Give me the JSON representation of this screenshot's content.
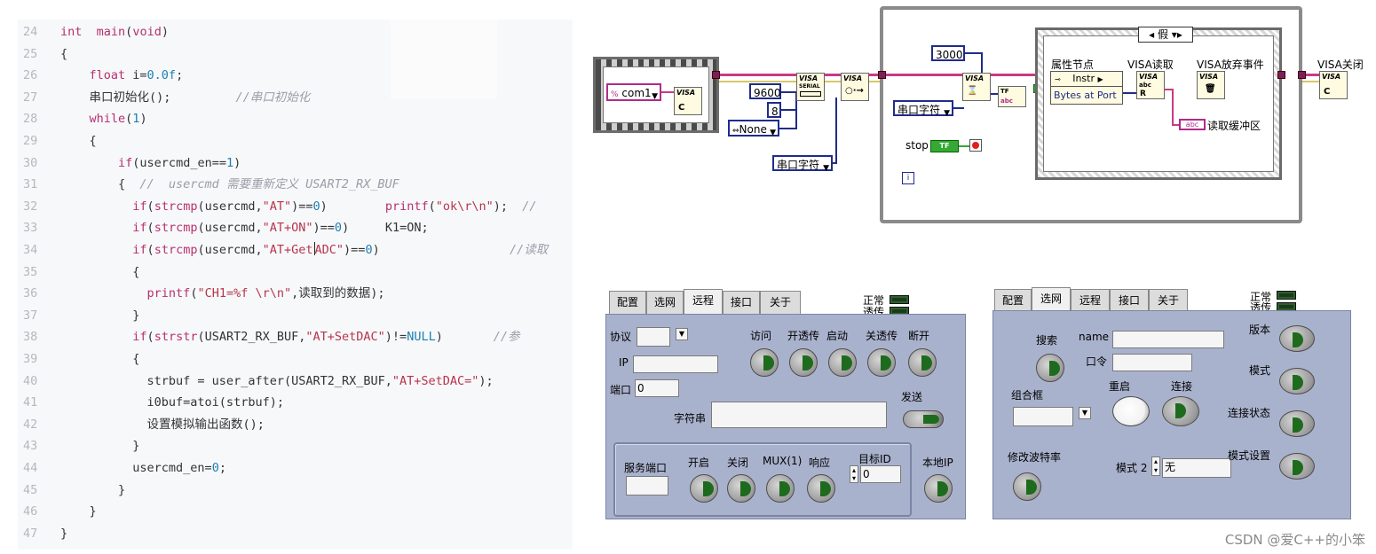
{
  "editor": {
    "lines": [
      {
        "n": "24",
        "parts": [
          [
            "kw",
            "int"
          ],
          [
            "",
            "  "
          ],
          [
            "kw",
            "main"
          ],
          [
            "",
            "("
          ],
          [
            "kw",
            "void"
          ],
          [
            "",
            ")"
          ]
        ]
      },
      {
        "n": "25",
        "parts": [
          [
            "",
            "{"
          ]
        ]
      },
      {
        "n": "26",
        "parts": [
          [
            "",
            "    "
          ],
          [
            "kw",
            "float"
          ],
          [
            "",
            " i="
          ],
          [
            "num",
            "0.0f"
          ],
          [
            "",
            ";"
          ]
        ]
      },
      {
        "n": "27",
        "parts": [
          [
            "",
            "    串口初始化();         "
          ],
          [
            "cm",
            "//串口初始化"
          ]
        ]
      },
      {
        "n": "28",
        "parts": [
          [
            "",
            "    "
          ],
          [
            "kw",
            "while"
          ],
          [
            "",
            "("
          ],
          [
            "num",
            "1"
          ],
          [
            "",
            ")"
          ]
        ]
      },
      {
        "n": "29",
        "parts": [
          [
            "",
            "    {"
          ]
        ]
      },
      {
        "n": "30",
        "parts": [
          [
            "",
            "        "
          ],
          [
            "kw",
            "if"
          ],
          [
            "",
            "(usercmd_en=="
          ],
          [
            "num",
            "1"
          ],
          [
            "",
            ")"
          ]
        ]
      },
      {
        "n": "31",
        "parts": [
          [
            "",
            "        {  "
          ],
          [
            "cm",
            "//  usercmd 需要重新定义 USART2_RX_BUF"
          ]
        ]
      },
      {
        "n": "32",
        "parts": [
          [
            "",
            "          "
          ],
          [
            "kw",
            "if"
          ],
          [
            "",
            "("
          ],
          [
            "kw",
            "strcmp"
          ],
          [
            "",
            "(usercmd,"
          ],
          [
            "str",
            "\"AT\""
          ],
          [
            "",
            ")=="
          ],
          [
            "num",
            "0"
          ],
          [
            "",
            ")        "
          ],
          [
            "kw",
            "printf"
          ],
          [
            "",
            "("
          ],
          [
            "str",
            "\"ok\\r\\n\""
          ],
          [
            "",
            ");  "
          ],
          [
            "cm",
            "//"
          ]
        ]
      },
      {
        "n": "33",
        "parts": [
          [
            "",
            "          "
          ],
          [
            "kw",
            "if"
          ],
          [
            "",
            "("
          ],
          [
            "kw",
            "strcmp"
          ],
          [
            "",
            "(usercmd,"
          ],
          [
            "str",
            "\"AT+ON\""
          ],
          [
            "",
            ")=="
          ],
          [
            "num",
            "0"
          ],
          [
            "",
            ")     K1=ON;"
          ]
        ]
      },
      {
        "n": "34",
        "parts": [
          [
            "",
            "          "
          ],
          [
            "kw",
            "if"
          ],
          [
            "",
            "("
          ],
          [
            "kw",
            "strcmp"
          ],
          [
            "",
            "(usercmd,"
          ],
          [
            "str",
            "\"AT+Get"
          ],
          [
            "cursor",
            ""
          ],
          [
            "str",
            "ADC\""
          ],
          [
            "",
            ")=="
          ],
          [
            "num",
            "0"
          ],
          [
            "",
            ")                  "
          ],
          [
            "cm",
            "//读取"
          ]
        ]
      },
      {
        "n": "35",
        "parts": [
          [
            "",
            "          {"
          ]
        ]
      },
      {
        "n": "36",
        "parts": [
          [
            "",
            "            "
          ],
          [
            "kw",
            "printf"
          ],
          [
            "",
            "("
          ],
          [
            "str",
            "\"CH1=%f \\r\\n\""
          ],
          [
            "",
            ",读取到的数据);"
          ]
        ]
      },
      {
        "n": "37",
        "parts": [
          [
            "",
            "          }"
          ]
        ]
      },
      {
        "n": "38",
        "parts": [
          [
            "",
            "          "
          ],
          [
            "kw",
            "if"
          ],
          [
            "",
            "("
          ],
          [
            "kw",
            "strstr"
          ],
          [
            "",
            "(USART2_RX_BUF,"
          ],
          [
            "str",
            "\"AT+SetDAC\""
          ],
          [
            "",
            ")!="
          ],
          [
            "num",
            "NULL"
          ],
          [
            "",
            ")       "
          ],
          [
            "cm",
            "//参"
          ]
        ]
      },
      {
        "n": "39",
        "parts": [
          [
            "",
            "          {"
          ]
        ]
      },
      {
        "n": "40",
        "parts": [
          [
            "",
            "            strbuf = user_after(USART2_RX_BUF,"
          ],
          [
            "str",
            "\"AT+SetDAC=\""
          ],
          [
            "",
            ");"
          ]
        ]
      },
      {
        "n": "41",
        "parts": [
          [
            "",
            "            i0buf=atoi(strbuf);"
          ]
        ]
      },
      {
        "n": "42",
        "parts": [
          [
            "",
            "            设置模拟输出函数();"
          ]
        ]
      },
      {
        "n": "43",
        "parts": [
          [
            "",
            "          }"
          ]
        ]
      },
      {
        "n": "44",
        "parts": [
          [
            "",
            "          usercmd_en="
          ],
          [
            "num",
            "0"
          ],
          [
            "",
            ";"
          ]
        ]
      },
      {
        "n": "45",
        "parts": [
          [
            "",
            "        }"
          ]
        ]
      },
      {
        "n": "46",
        "parts": [
          [
            "",
            "    }"
          ]
        ]
      },
      {
        "n": "47",
        "parts": [
          [
            "",
            "}"
          ]
        ]
      }
    ]
  },
  "diagram": {
    "com_port": "com1",
    "baud": "9600",
    "data_bits": "8",
    "parity": "None",
    "visa_tag": "VISA",
    "serial_tag": "SERIAL",
    "mode_ctrl": "串口字符",
    "mode_ctrl2": "串口字符",
    "timeout": "3000",
    "stop_label": "stop",
    "tf_tag": "TF",
    "iter_label": "i",
    "case_selector": "假",
    "property_node_label": "属性节点",
    "instr": "Instr",
    "bytes_at_port": "Bytes at Port",
    "visa_read_label": "VISA读取",
    "visa_discard_label": "VISA放弃事件",
    "visa_close_label": "VISA关闭",
    "read_buffer_label": "读取缓冲区",
    "abc_tag": "abc"
  },
  "panel1": {
    "tabs": [
      "配置",
      "选网",
      "远程",
      "接口",
      "关于"
    ],
    "active_tab": 2,
    "status_normal": "正常",
    "status_pass": "透传",
    "protocol_label": "协议",
    "ip_label": "IP",
    "port_label": "端口",
    "port_value": "0",
    "buttons_top": [
      "访问",
      "开透传",
      "启动",
      "关透传",
      "断开"
    ],
    "string_label": "字符串",
    "send_label": "发送",
    "service_port_label": "服务端口",
    "buttons_bottom": [
      "开启",
      "关闭",
      "MUX(1)",
      "响应"
    ],
    "target_id_label": "目标ID",
    "target_id_value": "0",
    "local_ip_label": "本地IP"
  },
  "panel2": {
    "tabs": [
      "配置",
      "选网",
      "远程",
      "接口",
      "关于"
    ],
    "active_tab": 1,
    "status_normal": "正常",
    "status_pass": "透传",
    "search_label": "搜索",
    "name_label": "name",
    "password_label": "口令",
    "restart_label": "重启",
    "connect_label": "连接",
    "combo_label": "组合框",
    "baud_change_label": "修改波特率",
    "mode2_label": "模式 2",
    "mode2_value": "无",
    "version_label": "版本",
    "mode_label": "模式",
    "conn_status_label": "连接状态",
    "mode_setting_label": "模式设置"
  },
  "watermark": "CSDN @爱C++的小笨"
}
